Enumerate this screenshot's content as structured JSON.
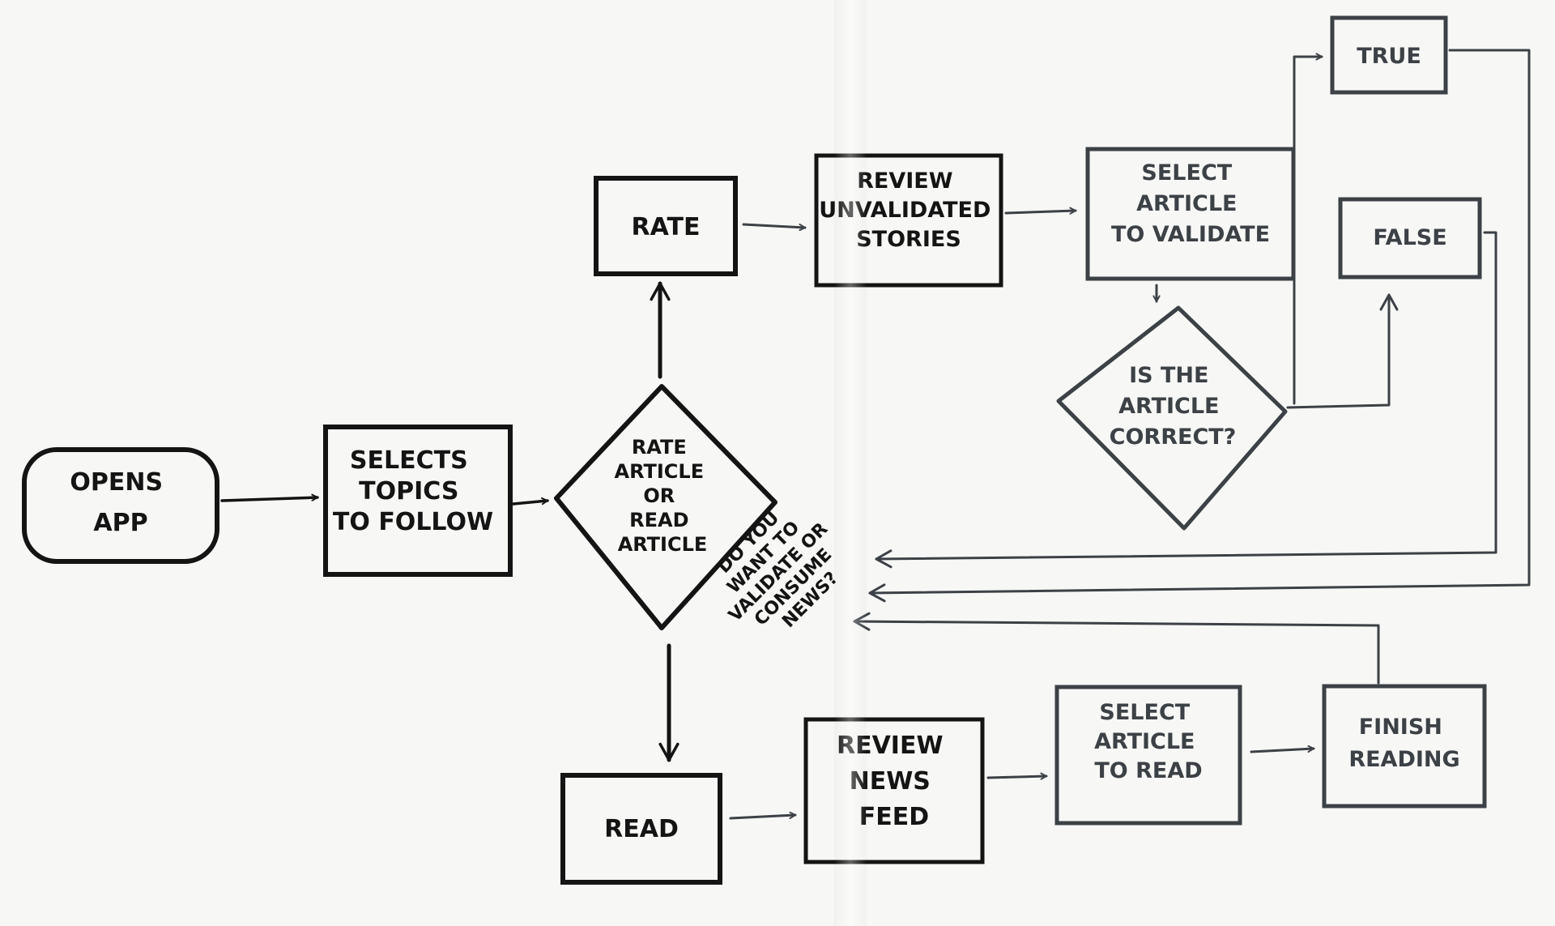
{
  "nodes": {
    "opens_app": [
      "OPENS",
      "APP"
    ],
    "selects_topics": [
      "SELECTS",
      "TOPICS",
      "TO FOLLOW"
    ],
    "decision_rate_read": [
      "RATE",
      "ARTICLE",
      "OR",
      "READ",
      "ARTICLE"
    ],
    "rate": [
      "RATE"
    ],
    "review_unvalidated": [
      "REVIEW",
      "UNVALIDATED",
      "STORIES"
    ],
    "select_validate": [
      "SELECT",
      "ARTICLE",
      "TO VALIDATE"
    ],
    "decision_correct": [
      "IS THE",
      "ARTICLE",
      "CORRECT?"
    ],
    "true": [
      "TRUE"
    ],
    "false": [
      "FALSE"
    ],
    "read": [
      "READ"
    ],
    "review_news_feed": [
      "REVIEW",
      "NEWS",
      "FEED"
    ],
    "select_read": [
      "SELECT",
      "ARTICLE",
      "TO READ"
    ],
    "finish_reading": [
      "FINISH",
      "READING"
    ]
  },
  "annotation": [
    "DO YOU",
    "WANT TO",
    "VALIDATE OR",
    "CONSUME",
    "NEWS?"
  ],
  "colors": {
    "ink_dark": "#141414",
    "ink_gray": "#3c4146",
    "paper": "#f7f7f5"
  }
}
